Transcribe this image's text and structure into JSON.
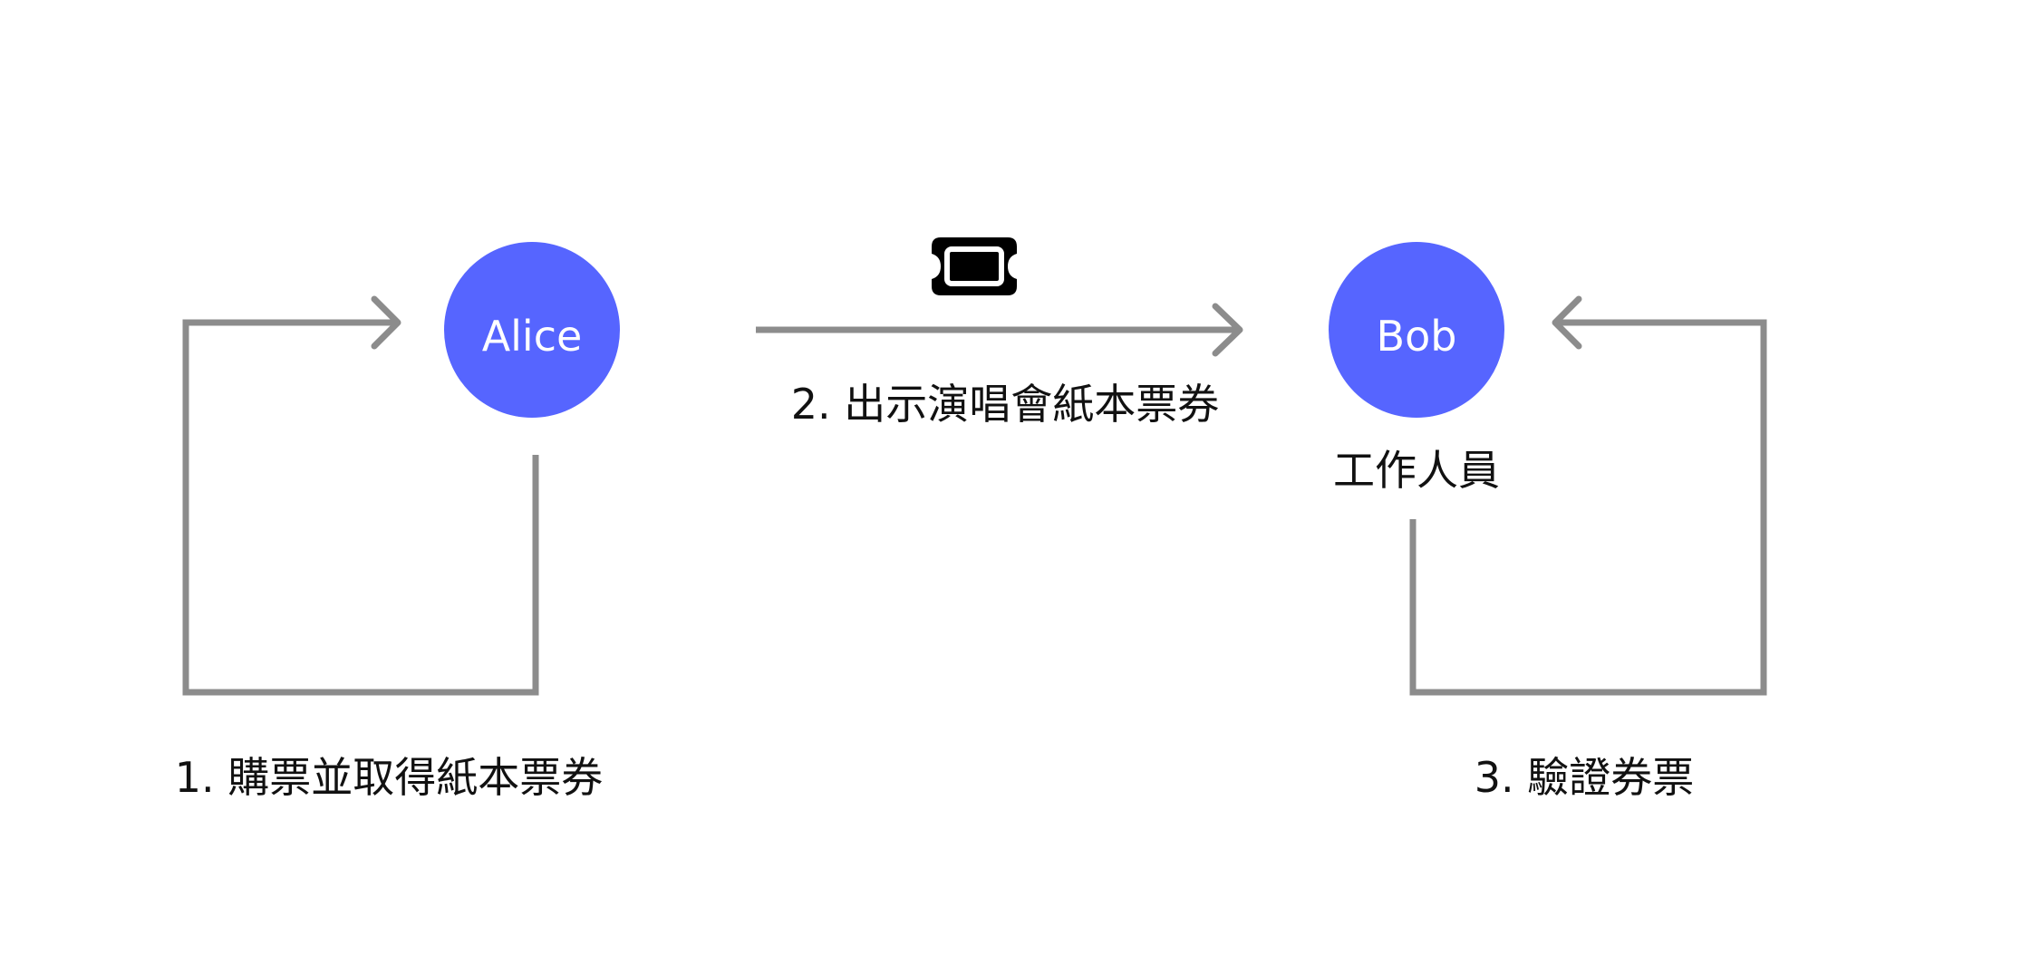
{
  "diagram": {
    "colors": {
      "node_fill": "#5665FF",
      "node_text": "#FFFFFF",
      "connector": "#8C8C8C",
      "text": "#111111",
      "ticket": "#000000"
    },
    "nodes": {
      "alice": {
        "label": "Alice"
      },
      "bob": {
        "label": "Bob",
        "role": "工作人員"
      }
    },
    "steps": {
      "step1": "1. 購票並取得紙本票券",
      "step2": "2. 出示演唱會紙本票券",
      "step3": "3. 驗證券票"
    },
    "icons": {
      "ticket": "ticket-icon"
    }
  }
}
